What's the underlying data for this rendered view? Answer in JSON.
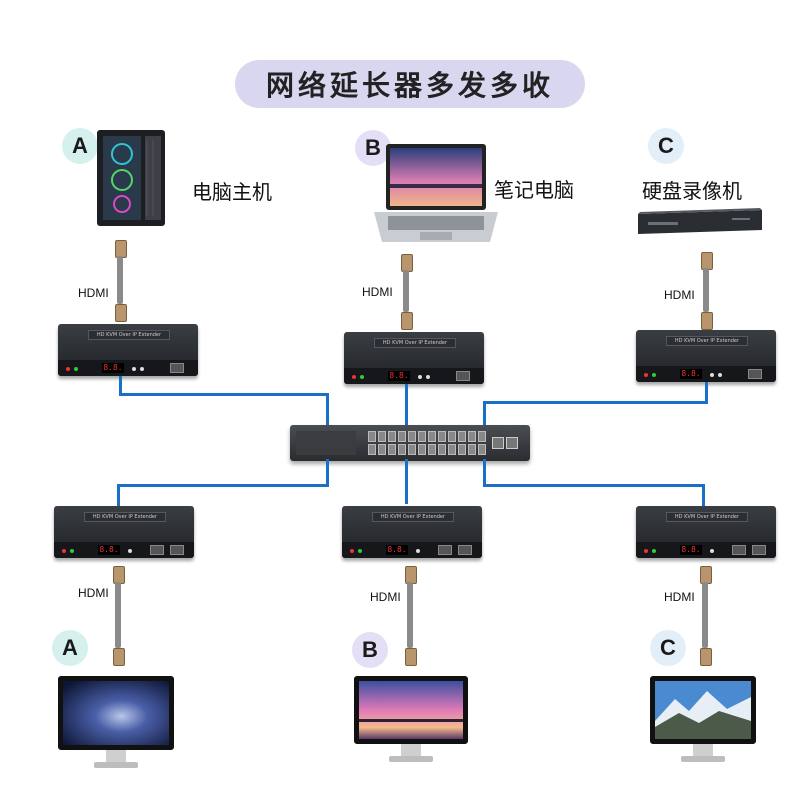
{
  "title": "网络延长器多发多收",
  "sources": [
    {
      "badge": "A",
      "label": "电脑主机"
    },
    {
      "badge": "B",
      "label": "笔记电脑"
    },
    {
      "badge": "C",
      "label": "硬盘录像机"
    }
  ],
  "displays": [
    {
      "badge": "A"
    },
    {
      "badge": "B"
    },
    {
      "badge": "C"
    }
  ],
  "cable_label": "HDMI",
  "box_label": "HD KVM Over IP Extender",
  "box_digit": "8.8.",
  "colors": {
    "network_line": "#1a6fc9",
    "title_bg": "#d9d7f0"
  }
}
